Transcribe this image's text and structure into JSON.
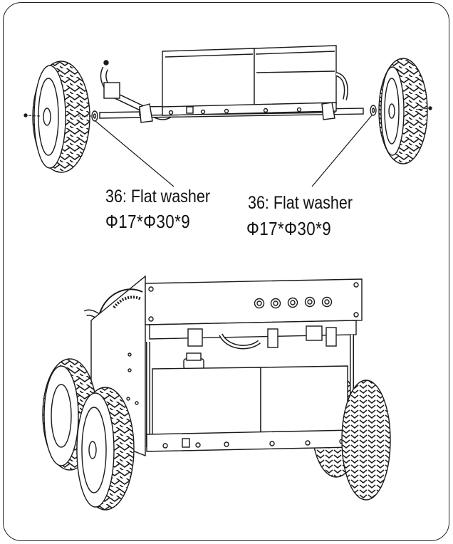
{
  "figure": {
    "callouts": [
      {
        "name": "36: Flat washer",
        "dimension": "Φ17*Φ30*9"
      },
      {
        "name": "36: Flat washer",
        "dimension": "Φ17*Φ30*9"
      }
    ]
  },
  "colors": {
    "line": "#1a1a1a",
    "fill": "#ffffff",
    "shade": "#dddddd",
    "frame": "#222222"
  }
}
